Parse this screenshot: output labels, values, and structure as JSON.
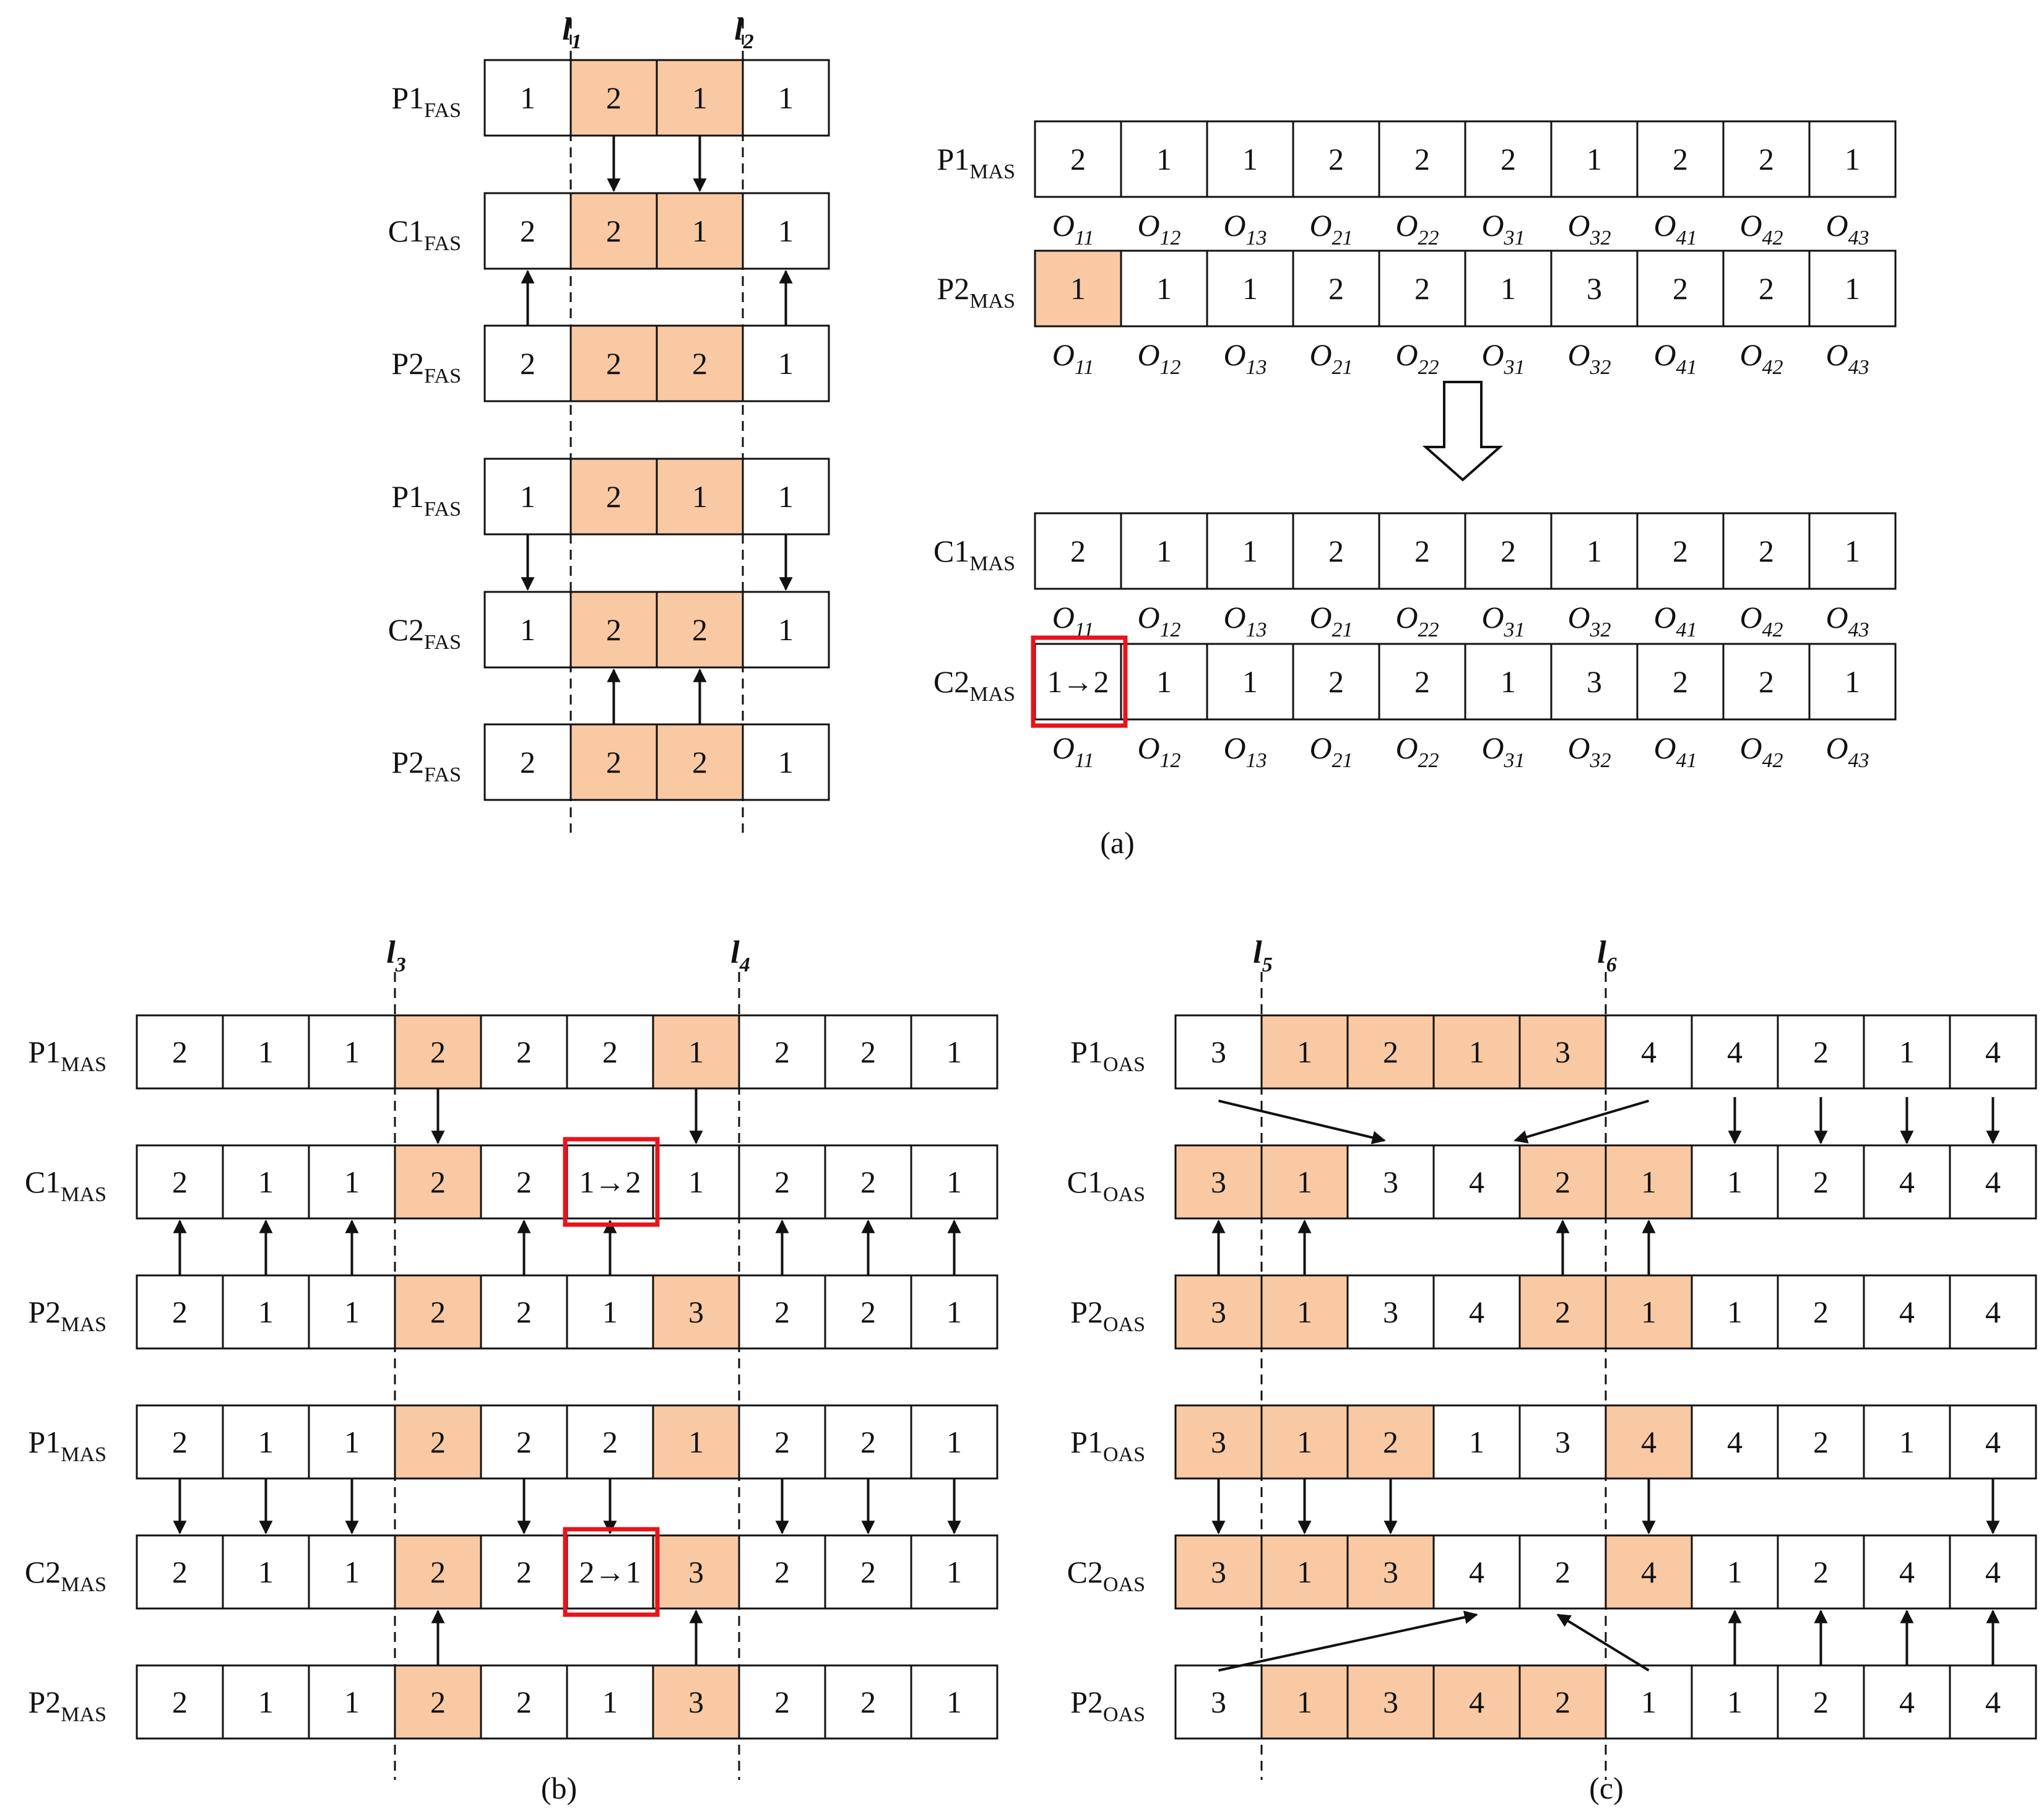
{
  "colors": {
    "highlight": "#F9C9A3",
    "mark": "#E8131B",
    "line": "#111111",
    "background": "#FFFFFF"
  },
  "panel_a": {
    "caption": "(a)",
    "cut_lines": [
      {
        "base": "l",
        "sub": "1"
      },
      {
        "base": "l",
        "sub": "2"
      }
    ],
    "fas_rows": [
      {
        "base": "P1",
        "sub": "FAS",
        "cells": [
          "1",
          "2",
          "1",
          "1"
        ],
        "hl": [
          1,
          2
        ]
      },
      {
        "base": "C1",
        "sub": "FAS",
        "cells": [
          "2",
          "2",
          "1",
          "1"
        ],
        "hl": [
          1,
          2
        ]
      },
      {
        "base": "P2",
        "sub": "FAS",
        "cells": [
          "2",
          "2",
          "2",
          "1"
        ],
        "hl": [
          1,
          2
        ]
      },
      {
        "base": "P1",
        "sub": "FAS",
        "cells": [
          "1",
          "2",
          "1",
          "1"
        ],
        "hl": [
          1,
          2
        ]
      },
      {
        "base": "C2",
        "sub": "FAS",
        "cells": [
          "1",
          "2",
          "2",
          "1"
        ],
        "hl": [
          1,
          2
        ]
      },
      {
        "base": "P2",
        "sub": "FAS",
        "cells": [
          "2",
          "2",
          "2",
          "1"
        ],
        "hl": [
          1,
          2
        ]
      }
    ],
    "op_labels": [
      {
        "base": "O",
        "sub": "11"
      },
      {
        "base": "O",
        "sub": "12"
      },
      {
        "base": "O",
        "sub": "13"
      },
      {
        "base": "O",
        "sub": "21"
      },
      {
        "base": "O",
        "sub": "22"
      },
      {
        "base": "O",
        "sub": "31"
      },
      {
        "base": "O",
        "sub": "32"
      },
      {
        "base": "O",
        "sub": "41"
      },
      {
        "base": "O",
        "sub": "42"
      },
      {
        "base": "O",
        "sub": "43"
      }
    ],
    "mas_rows": [
      {
        "base": "P1",
        "sub": "MAS",
        "cells": [
          "2",
          "1",
          "1",
          "2",
          "2",
          "2",
          "1",
          "2",
          "2",
          "1"
        ],
        "hl": []
      },
      {
        "base": "P2",
        "sub": "MAS",
        "cells": [
          "1",
          "1",
          "1",
          "2",
          "2",
          "1",
          "3",
          "2",
          "2",
          "1"
        ],
        "hl": [
          0
        ]
      },
      {
        "base": "C1",
        "sub": "MAS",
        "cells": [
          "2",
          "1",
          "1",
          "2",
          "2",
          "2",
          "1",
          "2",
          "2",
          "1"
        ],
        "hl": []
      },
      {
        "base": "C2",
        "sub": "MAS",
        "cells": [
          "1→2",
          "1",
          "1",
          "2",
          "2",
          "1",
          "3",
          "2",
          "2",
          "1"
        ],
        "hl": [],
        "mark": [
          0
        ]
      }
    ]
  },
  "panel_b": {
    "caption": "(b)",
    "cut_lines": [
      {
        "base": "l",
        "sub": "3"
      },
      {
        "base": "l",
        "sub": "4"
      }
    ],
    "rows": [
      {
        "base": "P1",
        "sub": "MAS",
        "cells": [
          "2",
          "1",
          "1",
          "2",
          "2",
          "2",
          "1",
          "2",
          "2",
          "1"
        ],
        "hl": [
          3,
          6
        ]
      },
      {
        "base": "C1",
        "sub": "MAS",
        "cells": [
          "2",
          "1",
          "1",
          "2",
          "2",
          "1→2",
          "1",
          "2",
          "2",
          "1"
        ],
        "hl": [
          3
        ],
        "mark": [
          5
        ]
      },
      {
        "base": "P2",
        "sub": "MAS",
        "cells": [
          "2",
          "1",
          "1",
          "2",
          "2",
          "1",
          "3",
          "2",
          "2",
          "1"
        ],
        "hl": [
          3,
          6
        ]
      },
      {
        "base": "P1",
        "sub": "MAS",
        "cells": [
          "2",
          "1",
          "1",
          "2",
          "2",
          "2",
          "1",
          "2",
          "2",
          "1"
        ],
        "hl": [
          3,
          6
        ]
      },
      {
        "base": "C2",
        "sub": "MAS",
        "cells": [
          "2",
          "1",
          "1",
          "2",
          "2",
          "2→1",
          "3",
          "2",
          "2",
          "1"
        ],
        "hl": [
          3,
          6
        ],
        "mark": [
          5
        ]
      },
      {
        "base": "P2",
        "sub": "MAS",
        "cells": [
          "2",
          "1",
          "1",
          "2",
          "2",
          "1",
          "3",
          "2",
          "2",
          "1"
        ],
        "hl": [
          3,
          6
        ]
      }
    ]
  },
  "panel_c": {
    "caption": "(c)",
    "cut_lines": [
      {
        "base": "l",
        "sub": "5"
      },
      {
        "base": "l",
        "sub": "6"
      }
    ],
    "rows": [
      {
        "base": "P1",
        "sub": "OAS",
        "cells": [
          "3",
          "1",
          "2",
          "1",
          "3",
          "4",
          "4",
          "2",
          "1",
          "4"
        ],
        "hl": [
          1,
          2,
          3,
          4
        ]
      },
      {
        "base": "C1",
        "sub": "OAS",
        "cells": [
          "3",
          "1",
          "3",
          "4",
          "2",
          "1",
          "1",
          "2",
          "4",
          "4"
        ],
        "hl": [
          0,
          1,
          4,
          5
        ]
      },
      {
        "base": "P2",
        "sub": "OAS",
        "cells": [
          "3",
          "1",
          "3",
          "4",
          "2",
          "1",
          "1",
          "2",
          "4",
          "4"
        ],
        "hl": [
          0,
          1,
          4,
          5
        ]
      },
      {
        "base": "P1",
        "sub": "OAS",
        "cells": [
          "3",
          "1",
          "2",
          "1",
          "3",
          "4",
          "4",
          "2",
          "1",
          "4"
        ],
        "hl": [
          0,
          1,
          2,
          5
        ]
      },
      {
        "base": "C2",
        "sub": "OAS",
        "cells": [
          "3",
          "1",
          "3",
          "4",
          "2",
          "4",
          "1",
          "2",
          "4",
          "4"
        ],
        "hl": [
          0,
          1,
          2,
          5
        ]
      },
      {
        "base": "P2",
        "sub": "OAS",
        "cells": [
          "3",
          "1",
          "3",
          "4",
          "2",
          "1",
          "1",
          "2",
          "4",
          "4"
        ],
        "hl": [
          1,
          2,
          3,
          4
        ]
      }
    ]
  }
}
